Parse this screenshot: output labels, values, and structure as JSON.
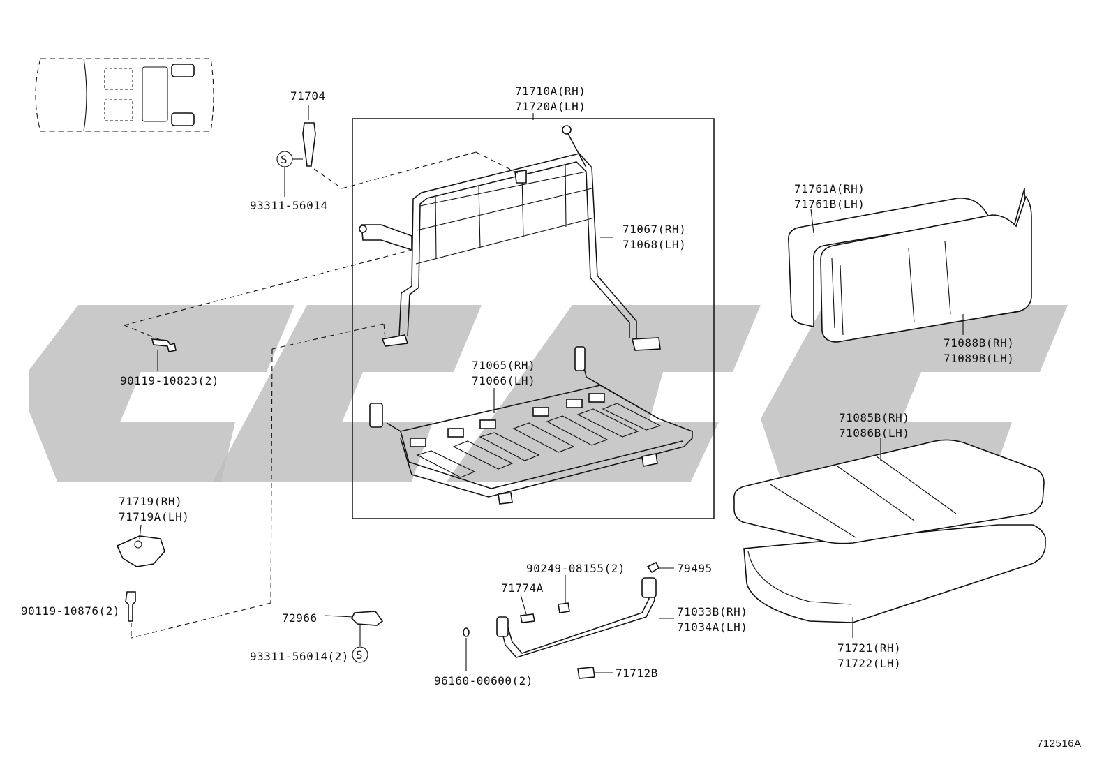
{
  "diagram_id": "712516A",
  "part_labels": {
    "p71704": "71704",
    "p93311_a": "93311-56014",
    "p71710_rh": "71710A(RH)",
    "p71720_lh": "71720A(LH)",
    "p71067_rh": "71067(RH)",
    "p71068_lh": "71068(LH)",
    "p90119_10823": "90119-10823(2)",
    "p71065_rh": "71065(RH)",
    "p71066_lh": "71066(LH)",
    "p71761a_rh": "71761A(RH)",
    "p71761b_lh": "71761B(LH)",
    "p71088b_rh": "71088B(RH)",
    "p71089b_lh": "71089B(LH)",
    "p71085b_rh": "71085B(RH)",
    "p71086b_lh": "71086B(LH)",
    "p71719_rh": "71719(RH)",
    "p71719a_lh": "71719A(LH)",
    "p90119_10876": "90119-10876(2)",
    "p72966": "72966",
    "p93311_b": "93311-56014(2)",
    "p90249": "90249-08155(2)",
    "p79495": "79495",
    "p71774a": "71774A",
    "p71033b_rh": "71033B(RH)",
    "p71034a_lh": "71034A(LH)",
    "p96160": "96160-00600(2)",
    "p71712b": "71712B",
    "p71721_rh": "71721(RH)",
    "p71722_lh": "71722(LH)"
  },
  "symbols": {
    "standard_part_mark": "S"
  },
  "colors": {
    "line": "#111111",
    "watermark": "#bdbdbd",
    "background": "#ffffff"
  }
}
